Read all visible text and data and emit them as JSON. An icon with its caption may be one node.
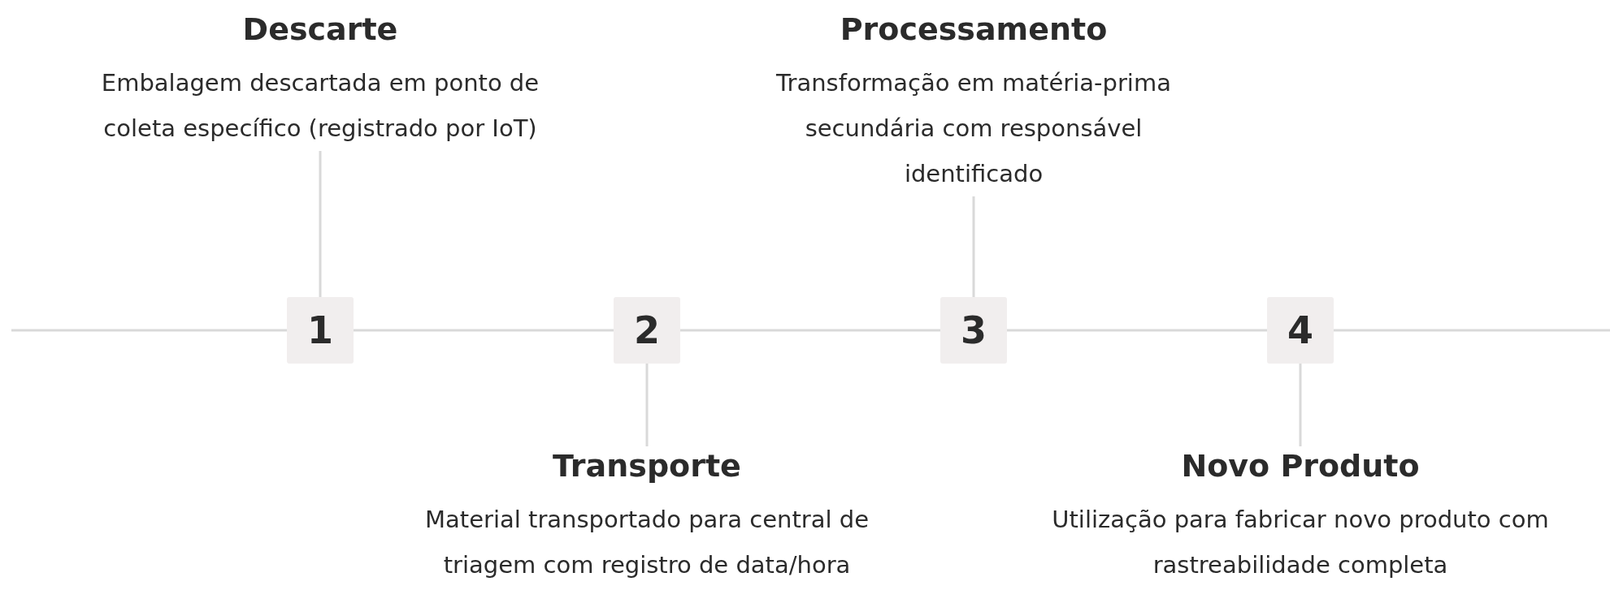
{
  "diagram": {
    "nodes": [
      {
        "text": [
          "Descarte",
          "Embalagem descartada em ponto de coleta específico (registrado por IoT)"
        ]
      },
      {
        "text": [
          "Transporte",
          "Material transportado para central de triagem com registro de data/hora"
        ]
      },
      {
        "text": [
          "Processamento",
          "Transformação em matéria-prima secundária com responsável identificado"
        ]
      },
      {
        "text": [
          "Novo Produto",
          "Utilização para fabricar novo produto com rastreabilidade completa"
        ]
      },
      {
        "text": [
          "1"
        ]
      },
      {
        "text": [
          "2"
        ]
      },
      {
        "text": [
          "3"
        ]
      },
      {
        "text": [
          "4"
        ]
      }
    ],
    "edges": [
      {
        "from": 0,
        "to": 4,
        "arrow": "none"
      },
      {
        "from": 1,
        "to": 5,
        "arrow": "none"
      },
      {
        "from": 2,
        "to": 6,
        "arrow": "none"
      },
      {
        "from": 3,
        "to": 7,
        "arrow": "none"
      },
      {
        "from": null,
        "to": 4,
        "arrow": "none"
      },
      {
        "from": 4,
        "to": 5,
        "arrow": "none"
      },
      {
        "from": 5,
        "to": 6,
        "arrow": "none"
      },
      {
        "from": 6,
        "to": 7,
        "arrow": "none"
      },
      {
        "from": 7,
        "to": null,
        "arrow": "none"
      }
    ]
  }
}
